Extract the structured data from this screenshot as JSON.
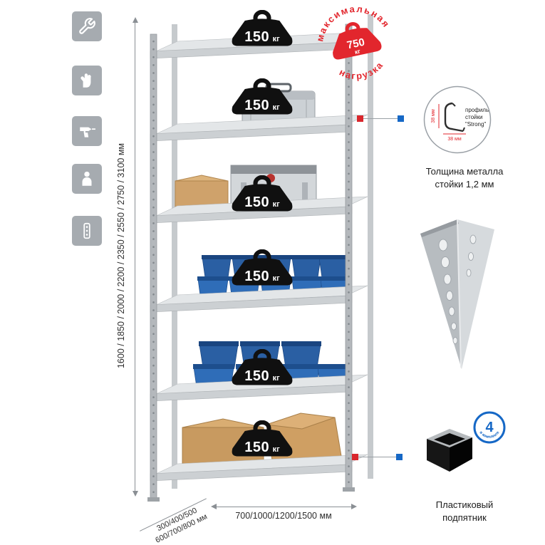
{
  "feature_icons": [
    {
      "name": "wrench"
    },
    {
      "name": "glove"
    },
    {
      "name": "drill"
    },
    {
      "name": "person"
    },
    {
      "name": "rack-post"
    }
  ],
  "dimensions": {
    "height": "1600 / 1850 / 2000 / 2200 / 2350 / 2550 / 2750 / 3100 мм",
    "depth_line1": "300/400/500",
    "depth_line2": "600/700/800 мм",
    "width": "700/1000/1200/1500 мм"
  },
  "shelf_loads": [
    {
      "value": "150",
      "unit": "кг"
    },
    {
      "value": "150",
      "unit": "кг"
    },
    {
      "value": "150",
      "unit": "кг"
    },
    {
      "value": "150",
      "unit": "кг"
    },
    {
      "value": "150",
      "unit": "кг"
    },
    {
      "value": "150",
      "unit": "кг"
    }
  ],
  "max_load_stamp": {
    "word_top": "максимальная",
    "word_bottom": "нагрузка",
    "value": "750",
    "unit": "кг"
  },
  "profile_callout": {
    "label_line1": "профиль",
    "label_line2": "стойки",
    "label_line3": "\"Strong\"",
    "dim_vertical": "38 мм",
    "dim_horizontal": "38 мм",
    "caption_line1": "Толщина металла",
    "caption_line2": "стойки 1,2 мм"
  },
  "foot_callout": {
    "badge_value": "4",
    "badge_text": "в комплекте",
    "caption_line1": "Пластиковый",
    "caption_line2": "подпятник"
  },
  "colors": {
    "accent_red": "#e2262d",
    "accent_blue": "#1668c6",
    "bin_blue": "#2f6db8",
    "metal_gray": "#b7bcc0",
    "cardboard": "#cfa26b"
  }
}
